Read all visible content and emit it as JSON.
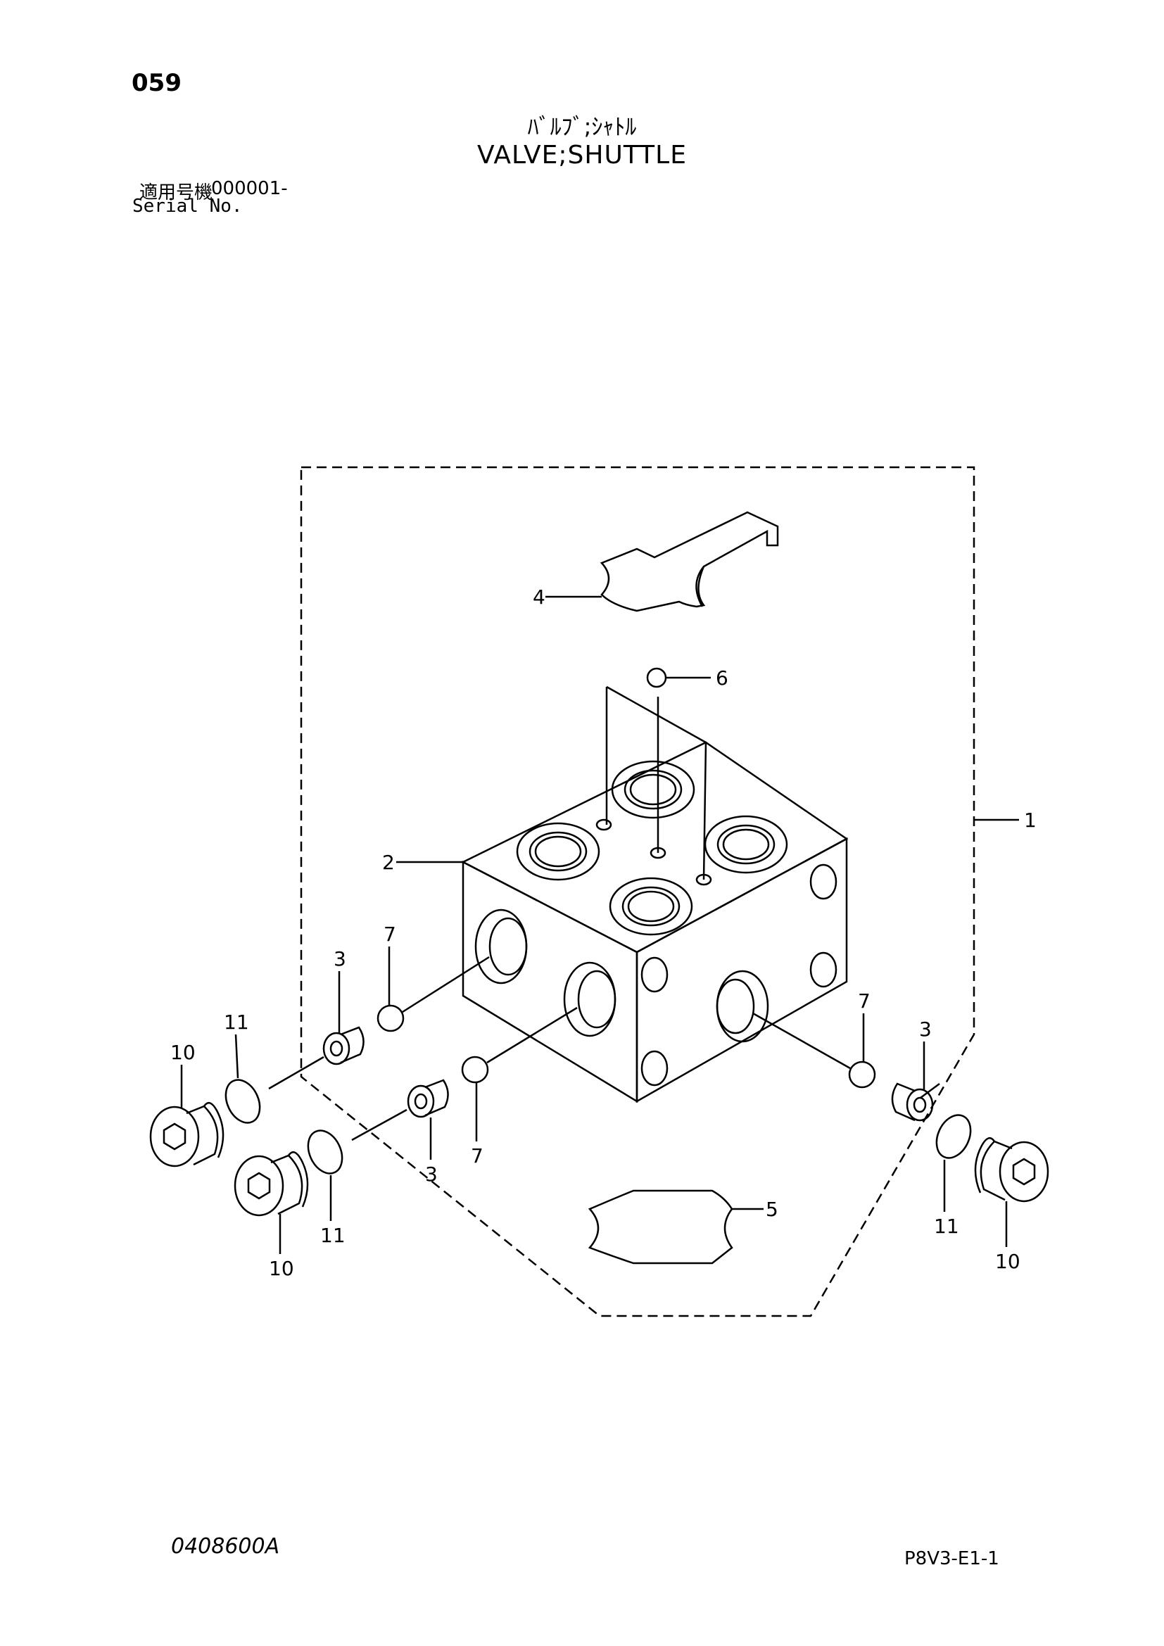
{
  "header": {
    "page_number": "059",
    "title_jp": "ﾊﾞﾙﾌﾞ;ｼｬﾄﾙ",
    "title_en": "VALVE;SHUTTLE",
    "serial_label_jp": "適用号機",
    "serial_value": "000001-",
    "serial_label_en": "Serial No."
  },
  "footer": {
    "drawing_code": "0408600A",
    "page_code": "P8V3-E1-1"
  },
  "callouts": {
    "c1": "1",
    "c2": "2",
    "c3a": "3",
    "c3b": "3",
    "c3c": "3",
    "c4": "4",
    "c5": "5",
    "c6": "6",
    "c7a": "7",
    "c7b": "7",
    "c7c": "7",
    "c10a": "10",
    "c10b": "10",
    "c10c": "10",
    "c11a": "11",
    "c11b": "11",
    "c11c": "11"
  }
}
